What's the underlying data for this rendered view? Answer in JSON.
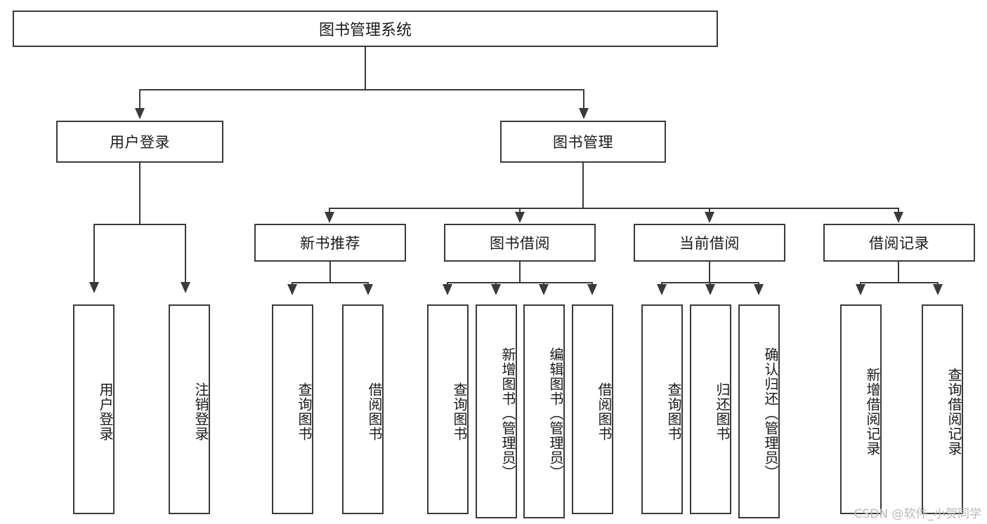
{
  "diagram": {
    "type": "tree",
    "root": {
      "label": "图书管理系统"
    },
    "level1": [
      {
        "label": "用户登录"
      },
      {
        "label": "图书管理"
      }
    ],
    "level2": [
      {
        "label": "新书推荐"
      },
      {
        "label": "图书借阅"
      },
      {
        "label": "当前借阅"
      },
      {
        "label": "借阅记录"
      }
    ],
    "leaves": {
      "user_login": [
        {
          "label": "用户登录"
        },
        {
          "label": "注销登录"
        }
      ],
      "new_book_recommend": [
        {
          "label": "查询图书"
        },
        {
          "label": "借阅图书"
        }
      ],
      "book_borrow": [
        {
          "label": "查询图书"
        },
        {
          "label": "新增图书（管理员）"
        },
        {
          "label": "编辑图书（管理员）"
        },
        {
          "label": "借阅图书"
        }
      ],
      "current_borrow": [
        {
          "label": "查询图书"
        },
        {
          "label": "归还图书"
        },
        {
          "label": "确认归还（管理员）"
        }
      ],
      "borrow_record": [
        {
          "label": "新增借阅记录"
        },
        {
          "label": "查询借阅记录"
        }
      ]
    }
  },
  "watermark": {
    "text": "CSDN @软件_小贺同学"
  },
  "colors": {
    "stroke": "#3a3a3a",
    "background": "#ffffff",
    "text": "#1a1a1a",
    "watermark": "#b9b9b9"
  }
}
